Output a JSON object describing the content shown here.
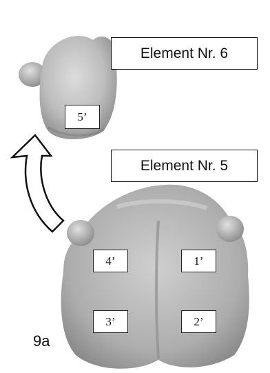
{
  "callouts": {
    "element_6": "Element Nr. 6",
    "element_5": "Element Nr. 5"
  },
  "parts": {
    "p5": "5’",
    "p4": "4’",
    "p1": "1’",
    "p3": "3’",
    "p2": "2’"
  },
  "figure_label": "9a",
  "colors": {
    "part_shade": "#b8b8b8",
    "outline": "#111111"
  }
}
